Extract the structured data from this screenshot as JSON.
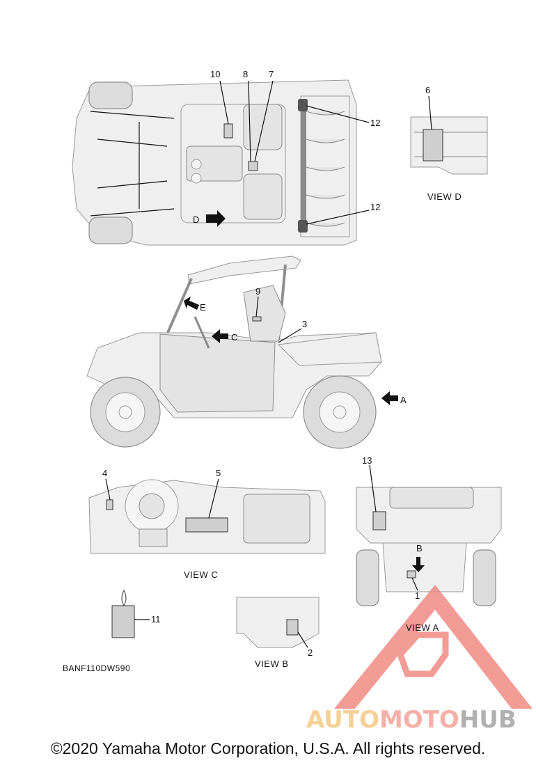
{
  "callouts": {
    "c1": "1",
    "c2": "2",
    "c3": "3",
    "c4": "4",
    "c5": "5",
    "c6": "6",
    "c7": "7",
    "c8": "8",
    "c9": "9",
    "c10": "10",
    "c11": "11",
    "c12a": "12",
    "c12b": "12",
    "c13": "13"
  },
  "view_arrows": {
    "a": "A",
    "b": "B",
    "c": "C",
    "d": "D",
    "e": "E"
  },
  "view_titles": {
    "a": "VIEW A",
    "b": "VIEW B",
    "c": "VIEW C",
    "d": "VIEW D"
  },
  "diagram_code": "BANF110DW590",
  "watermark": {
    "part1": "AUTO",
    "part2": "MOTO",
    "part3": "HUB",
    "colors": {
      "auto": "#f3c47a",
      "moto": "#f29a92",
      "hub": "#9a9a9a",
      "logo": "#f07f78"
    }
  },
  "copyright": "©2020 Yamaha Motor Corporation, U.S.A. All rights reserved."
}
